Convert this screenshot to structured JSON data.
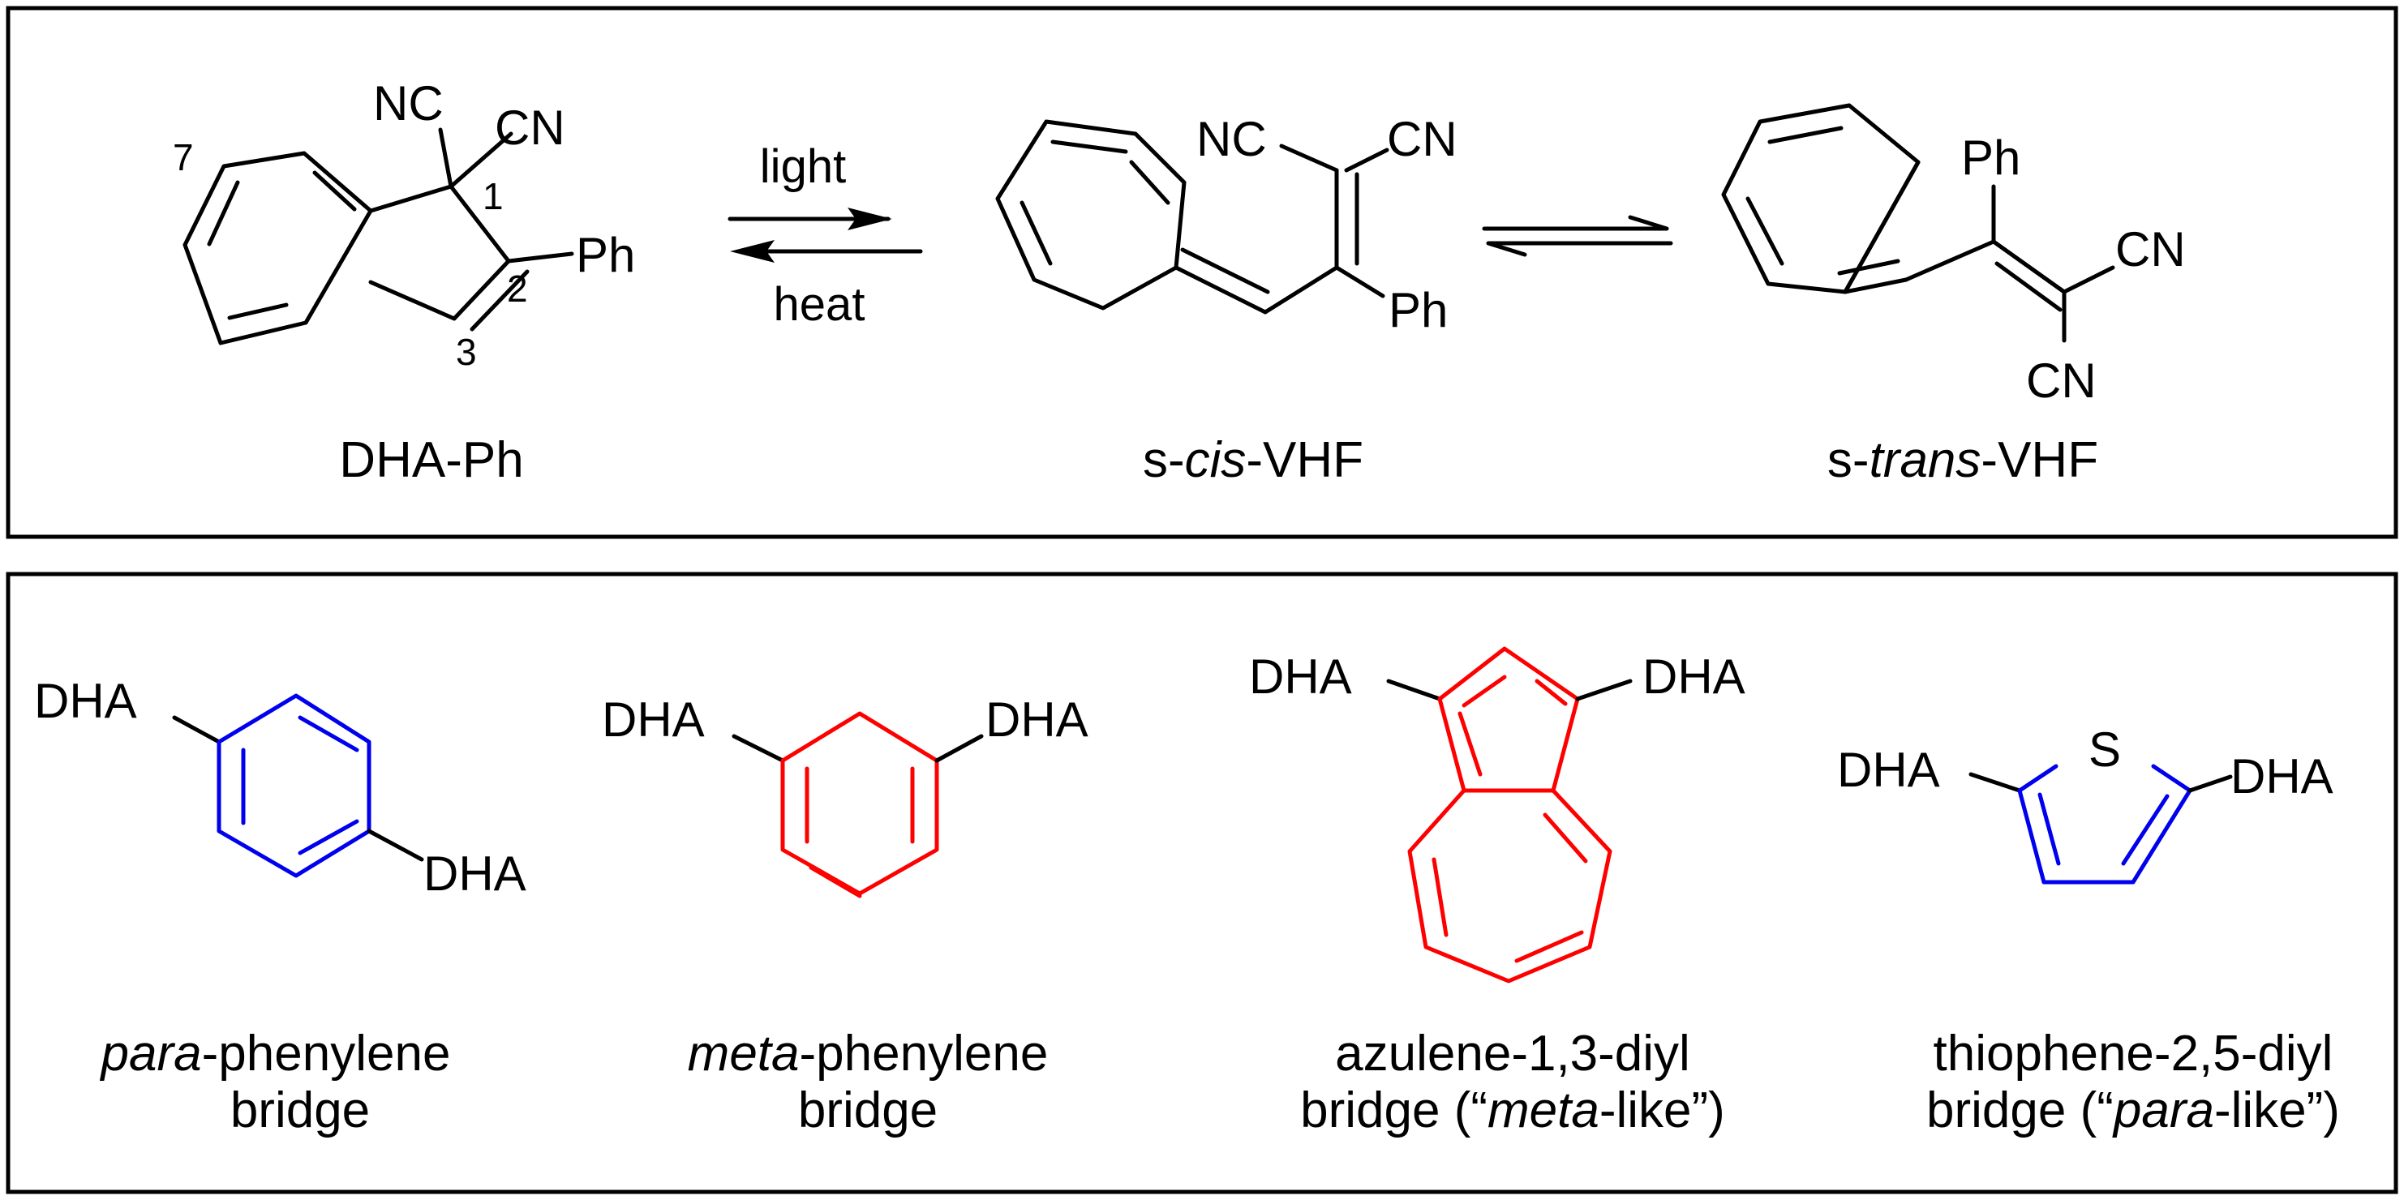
{
  "reaction": {
    "dha_ph": {
      "name": "DHA-Ph",
      "atoms": {
        "nc": "NC",
        "cn": "CN",
        "ph": "Ph"
      },
      "locants": {
        "c1": "1",
        "c2": "2",
        "c3": "3",
        "c7": "7"
      }
    },
    "arrows": {
      "forward": "light",
      "backward": "heat"
    },
    "s_cis_vhf": {
      "name_prefix": "s-",
      "name_italic": "cis",
      "name_suffix": "-VHF",
      "atoms": {
        "nc": "NC",
        "cn": "CN",
        "ph": "Ph"
      }
    },
    "s_trans_vhf": {
      "name_prefix": "s-",
      "name_italic": "trans",
      "name_suffix": "-VHF",
      "atoms": {
        "ph": "Ph",
        "cn_top": "CN",
        "cn_bottom": "CN"
      }
    }
  },
  "bridges": [
    {
      "substituent_left": "DHA",
      "substituent_right": "DHA",
      "label_italic": "para",
      "label_rest": "-phenylene",
      "label_line2": "bridge",
      "color": "#0000ee"
    },
    {
      "substituent_left": "DHA",
      "substituent_right": "DHA",
      "label_italic": "meta",
      "label_rest": "-phenylene",
      "label_line2": "bridge",
      "color": "#ff0000"
    },
    {
      "substituent_left": "DHA",
      "substituent_right": "DHA",
      "label_line1": "azulene-1,3-diyl",
      "label_pre": "bridge (“",
      "label_italic": "meta",
      "label_post": "-like”)",
      "color": "#ff0000"
    },
    {
      "substituent_left": "DHA",
      "substituent_right": "DHA",
      "heteroatom": "S",
      "label_line1": "thiophene-2,5-diyl",
      "label_pre": "bridge (“",
      "label_italic": "para",
      "label_post": "-like”)",
      "color": "#0000ee"
    }
  ]
}
